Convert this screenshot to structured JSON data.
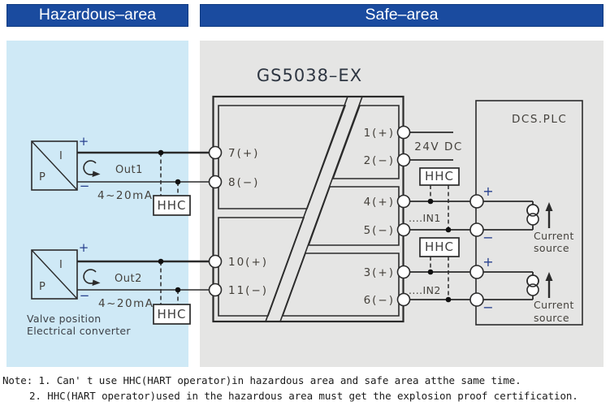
{
  "header": {
    "hazardous_label": "Hazardous–area",
    "safe_label": "Safe–area"
  },
  "device": {
    "model": "GS5038–EX",
    "dcs_label": "DCS.PLC",
    "supply_label": "24V DC"
  },
  "hhc_label": "HHC",
  "signs": {
    "plus": "+",
    "minus": "−"
  },
  "transmitter": {
    "i_label": "I",
    "p_label": "P",
    "caption_line1": "Valve position",
    "caption_line2": "Electrical converter"
  },
  "channels": {
    "ch1": {
      "out_label": "Out1",
      "range_label": "4~20mA",
      "in_label": "....IN1"
    },
    "ch2": {
      "out_label": "Out2",
      "range_label": "4~20mA",
      "in_label": "....IN2"
    }
  },
  "terminals": {
    "t7": "7(+)",
    "t8": "8(−)",
    "t10": "10(+)",
    "t11": "11(−)",
    "t1": "1(+)",
    "t2": "2(−)",
    "t4": "4(+)",
    "t5": "5(−)",
    "t3": "3(+)",
    "t6": "6(−)"
  },
  "current_source": {
    "line1": "Current",
    "line2": "source"
  },
  "note": {
    "line1": "Note: 1. Can' t use HHC(HART operator)in hazardous area and safe area atthe same time.",
    "line2": "2. HHC(HART operator)used in the hazardous area must get the explosion proof certification."
  },
  "colors": {
    "header_blue": "#1a4b9f",
    "hazardous_bg": "#cfe9f6",
    "safe_bg": "#e5e5e4",
    "line": "#2b2b2b",
    "label_gray": "#45423d",
    "polarity_navy": "#27408e",
    "note_text": "#1a1a1a"
  }
}
